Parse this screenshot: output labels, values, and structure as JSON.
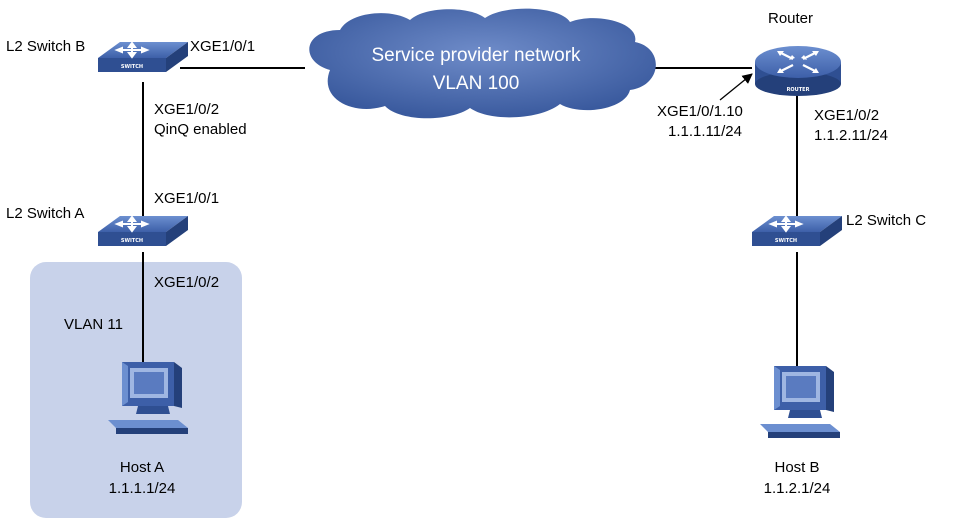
{
  "cloud": {
    "line1": "Service provider network",
    "line2": "VLAN 100",
    "color": "#3d5fa3"
  },
  "vlan_region": {
    "label": "VLAN 11",
    "color": "#c5cfe8"
  },
  "devices": {
    "switch_b": {
      "name": "L2 Switch B",
      "badge": "SWITCH"
    },
    "switch_a": {
      "name": "L2 Switch A",
      "badge": "SWITCH"
    },
    "switch_c": {
      "name": "L2 Switch C",
      "badge": "SWITCH"
    },
    "router": {
      "name": "Router",
      "badge": "ROUTER"
    },
    "host_a": {
      "name": "Host A",
      "ip": "1.1.1.1/24"
    },
    "host_b": {
      "name": "Host B",
      "ip": "1.1.2.1/24"
    }
  },
  "ports": {
    "switch_b_uplink": "XGE1/0/1",
    "switch_b_downlink": "XGE1/0/2",
    "switch_b_note": "QinQ enabled",
    "switch_a_uplink": "XGE1/0/1",
    "switch_a_downlink": "XGE1/0/2",
    "router_subif": "XGE1/0/1.10",
    "router_subif_ip": "1.1.1.11/24",
    "router_downlink": "XGE1/0/2",
    "router_downlink_ip": "1.1.2.11/24"
  },
  "colors": {
    "device_top": "#4a6fb8",
    "device_side": "#2c4a8a",
    "link": "#000000"
  }
}
